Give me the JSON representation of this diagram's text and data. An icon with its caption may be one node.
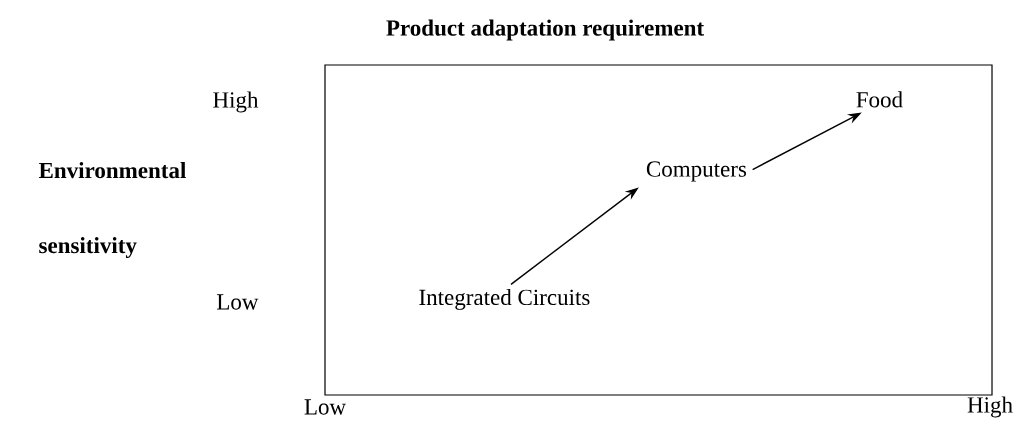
{
  "diagram": {
    "title": "Product adaptation requirement",
    "nodes": [
      {
        "text": [],
        "shape": "box"
      },
      {
        "text": [
          "Integrated Circuits"
        ],
        "in": 0
      },
      {
        "text": [
          "Computers"
        ],
        "in": 0
      },
      {
        "text": [
          "Food"
        ],
        "in": 0
      }
    ],
    "edges": [
      {
        "from": 1,
        "to": 2,
        "arrow": "to"
      },
      {
        "from": 2,
        "to": 3,
        "arrow": "to"
      }
    ],
    "labels": [
      "High",
      "Environmental sensitivity",
      "Low",
      "Low",
      "High"
    ]
  }
}
